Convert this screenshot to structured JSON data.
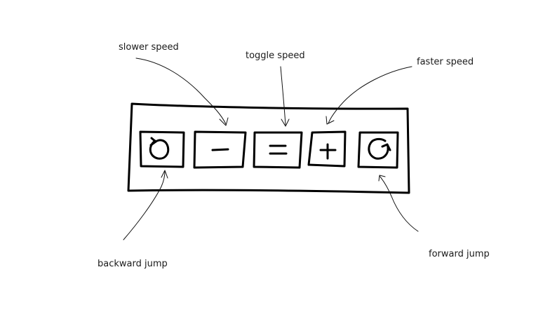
{
  "annotations": {
    "slower_speed": "slower speed",
    "toggle_speed": "toggle speed",
    "faster_speed": "faster speed",
    "backward_jump": "backward jump",
    "forward_jump": "forward jump"
  },
  "buttons": [
    {
      "id": "backward-jump",
      "icon": "rotate-ccw-icon"
    },
    {
      "id": "slower-speed",
      "icon": "minus-icon"
    },
    {
      "id": "toggle-speed",
      "icon": "equals-icon"
    },
    {
      "id": "faster-speed",
      "icon": "plus-icon"
    },
    {
      "id": "forward-jump",
      "icon": "rotate-cw-icon"
    }
  ],
  "colors": {
    "ink": "#000000",
    "background": "#ffffff"
  }
}
